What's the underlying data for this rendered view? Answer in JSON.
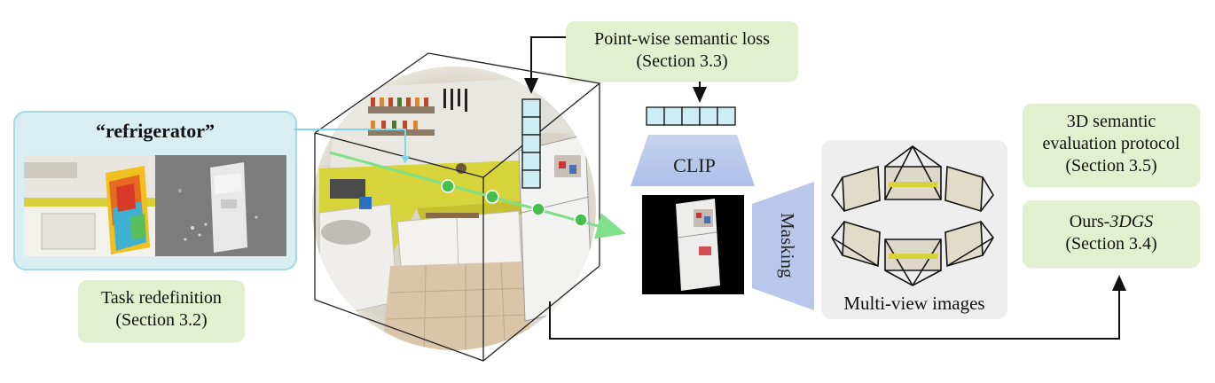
{
  "query": {
    "text": "“refrigerator”"
  },
  "boxes": {
    "task": {
      "line1": "Task redefinition",
      "line2": "(Section 3.2)"
    },
    "loss": {
      "line1": "Point-wise semantic loss",
      "line2": "(Section 3.3)"
    },
    "eval": {
      "line1": "3D semantic",
      "line2": "evaluation protocol",
      "line3": "(Section 3.5)"
    },
    "ours": {
      "line1_prefix": "Ours-",
      "line1_italic": "3DGS",
      "line2": "(Section 3.4)"
    }
  },
  "clip": {
    "label": "CLIP"
  },
  "masking": {
    "label": "Masking"
  },
  "multiview": {
    "caption": "Multi-view images"
  },
  "colors": {
    "green_box": "#e3f0cf",
    "query_panel": "#d8eef3",
    "clip_blue": "#b9c8ea",
    "feature_cell": "#cdeef4",
    "ray_green": "#7fe08a",
    "point_green": "#45c04f"
  }
}
